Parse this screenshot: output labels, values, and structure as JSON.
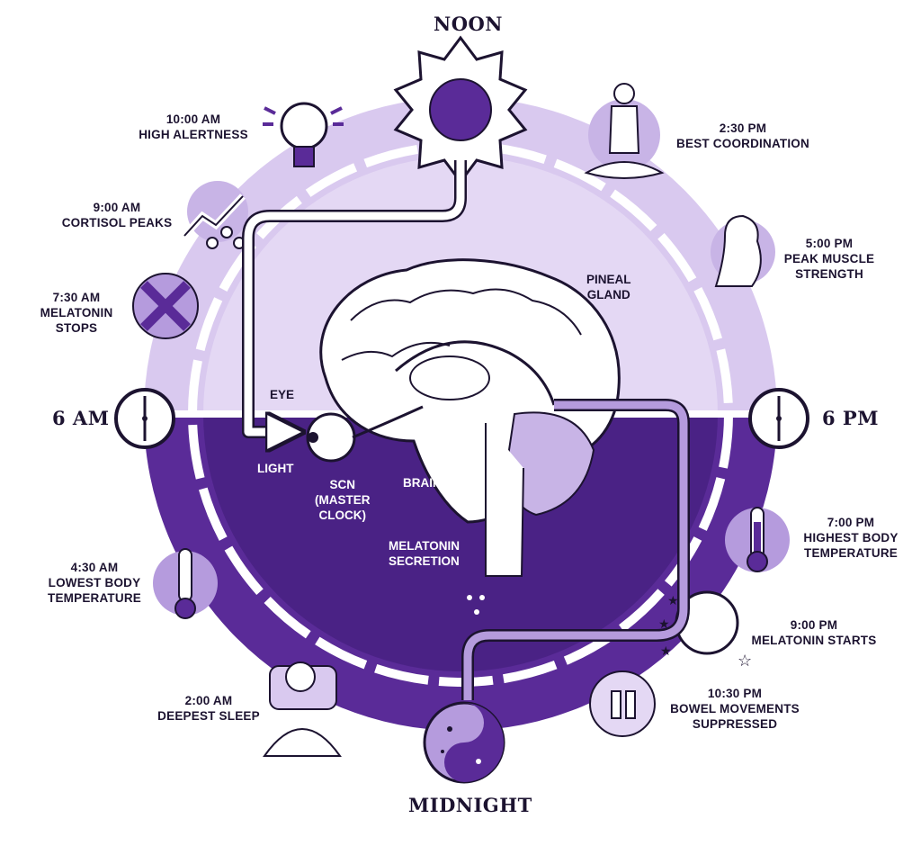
{
  "colors": {
    "light_purple": "#d9c9ef",
    "mid_purple": "#b59bdd",
    "dark_purple": "#5a2b98",
    "deep_purple": "#4a2285",
    "outline": "#1c1330"
  },
  "axis": {
    "top": "NOON",
    "bottom": "MIDNIGHT",
    "left": "6 AM",
    "right": "6 PM"
  },
  "events": [
    {
      "time": "10:00 AM",
      "lines": [
        "HIGH ALERTNESS"
      ],
      "icon": "lightbulb-icon"
    },
    {
      "time": "9:00 AM",
      "lines": [
        "CORTISOL PEAKS"
      ],
      "icon": "rising-arrow-icon"
    },
    {
      "time": "7:30 AM",
      "lines": [
        "MELATONIN",
        "STOPS"
      ],
      "icon": "x-mark-icon"
    },
    {
      "time": "4:30 AM",
      "lines": [
        "LOWEST BODY",
        "TEMPERATURE"
      ],
      "icon": "thermometer-low-icon"
    },
    {
      "time": "2:00 AM",
      "lines": [
        "DEEPEST SLEEP"
      ],
      "icon": "sleeping-person-icon"
    },
    {
      "time": "2:30 PM",
      "lines": [
        "BEST COORDINATION"
      ],
      "icon": "meditating-person-icon"
    },
    {
      "time": "5:00 PM",
      "lines": [
        "PEAK MUSCLE",
        "STRENGTH"
      ],
      "icon": "flexed-arm-icon"
    },
    {
      "time": "7:00 PM",
      "lines": [
        "HIGHEST BODY",
        "TEMPERATURE"
      ],
      "icon": "thermometer-high-icon"
    },
    {
      "time": "9:00 PM",
      "lines": [
        "MELATONIN STARTS"
      ],
      "icon": "moon-stars-icon"
    },
    {
      "time": "10:30 PM",
      "lines": [
        "BOWEL MOVEMENTS",
        "SUPPRESSED"
      ],
      "icon": "bowel-icon"
    }
  ],
  "brain_labels": {
    "pineal": [
      "PINEAL",
      "GLAND"
    ],
    "eye": "EYE",
    "light": "LIGHT",
    "scn": [
      "SCN",
      "(MASTER",
      "CLOCK)"
    ],
    "brain": "BRAIN",
    "melatonin": [
      "MELATONIN",
      "SECRETION"
    ]
  }
}
